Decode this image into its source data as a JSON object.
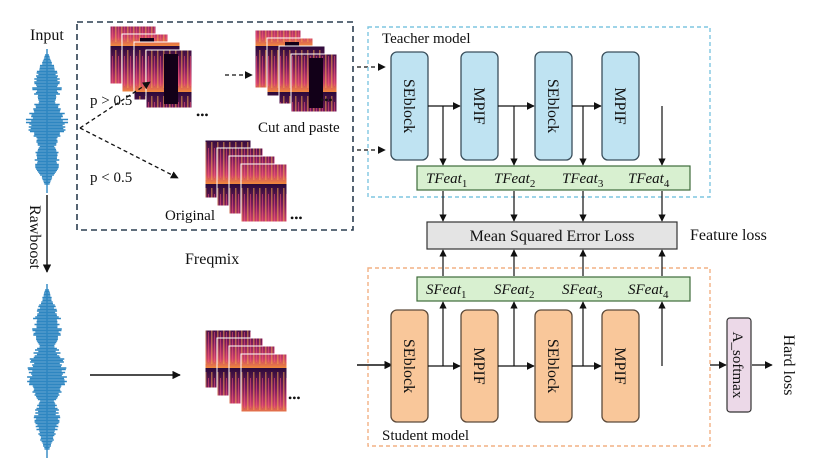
{
  "labels": {
    "input": "Input",
    "rawboost": "Rawboost",
    "freqmix": "Freqmix",
    "p_greater": "p > 0.5",
    "p_less": "p < 0.5",
    "cut_and_paste": "Cut and paste",
    "original": "Original",
    "teacher_model": "Teacher model",
    "student_model": "Student model",
    "mse_loss": "Mean Squared Error Loss",
    "feature_loss": "Feature loss",
    "hard_loss": "Hard loss",
    "a_softmax": "A_softmax",
    "ellipsis": "•••"
  },
  "teacher_blocks": [
    "SEblock",
    "MPIF",
    "SEblock",
    "MPIF"
  ],
  "student_blocks": [
    "SEblock",
    "MPIF",
    "SEblock",
    "MPIF"
  ],
  "teacher_feats": [
    {
      "base": "TFeat",
      "sub": "1"
    },
    {
      "base": "TFeat",
      "sub": "2"
    },
    {
      "base": "TFeat",
      "sub": "3"
    },
    {
      "base": "TFeat",
      "sub": "4"
    }
  ],
  "student_feats": [
    {
      "base": "SFeat",
      "sub": "1"
    },
    {
      "base": "SFeat",
      "sub": "2"
    },
    {
      "base": "SFeat",
      "sub": "3"
    },
    {
      "base": "SFeat",
      "sub": "4"
    }
  ],
  "colors": {
    "teacher_block_fill": "#bfe3f2",
    "teacher_block_stroke": "#3a4f5c",
    "student_block_fill": "#f9c79a",
    "student_block_stroke": "#5c4a3a",
    "feat_fill": "#d8f0d0",
    "feat_stroke": "#3e6b3a",
    "mse_fill": "#e4e4e4",
    "softmax_fill": "#ecd9e8",
    "teacher_frame": "#7fc6e0",
    "student_frame": "#f2b184",
    "freqmix_frame": "#2c3e50",
    "waveform": "#2e86c1",
    "spectrogram_dark": "#2a0a3a",
    "spectrogram_mid": "#b0306a",
    "spectrogram_hot": "#f08a3c"
  }
}
